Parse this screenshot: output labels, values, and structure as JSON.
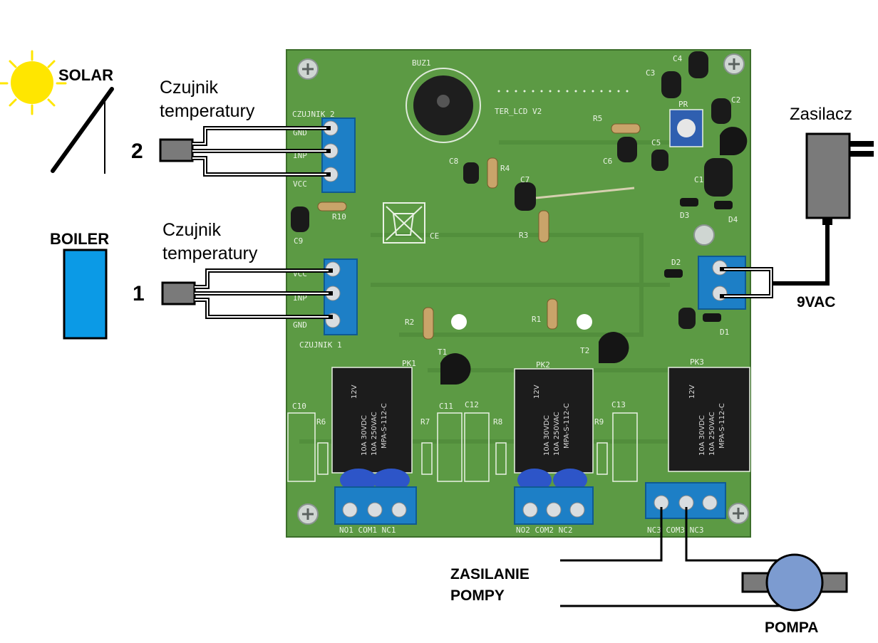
{
  "labels": {
    "solar": "SOLAR",
    "boiler": "BOILER",
    "sensor2_line1": "Czujnik",
    "sensor2_line2": "temperatury",
    "sensor2_num": "2",
    "sensor1_line1": "Czujnik",
    "sensor1_line2": "temperatury",
    "sensor1_num": "1",
    "power_supply": "Zasilacz",
    "voltage": "9VAC",
    "pump_power_line1": "ZASILANIE",
    "pump_power_line2": "POMPY",
    "pump": "POMPA"
  },
  "board": {
    "buzzer": "BUZ1",
    "title": "TER_LCD V2",
    "czujnik2": "CZUJNIK 2",
    "czujnik1": "CZUJNIK 1",
    "gnd": "GND",
    "inp": "INP",
    "vcc": "VCC",
    "ce": "CE",
    "parts": {
      "c1": "C1",
      "c2": "C2",
      "c3": "C3",
      "c4": "C4",
      "c5": "C5",
      "c6": "C6",
      "c7": "C7",
      "c8": "C8",
      "c9": "C9",
      "c10": "C10",
      "c11": "C11",
      "c12": "C12",
      "c13": "C13",
      "r1": "R1",
      "r2": "R2",
      "r3": "R3",
      "r4": "R4",
      "r5": "R5",
      "r6": "R6",
      "r7": "R7",
      "r8": "R8",
      "r9": "R9",
      "r10": "R10",
      "d1": "D1",
      "d2": "D2",
      "d3": "D3",
      "d4": "D4",
      "t1": "T1",
      "t2": "T2",
      "pr": "PR",
      "pk1": "PK1",
      "pk2": "PK2",
      "pk3": "PK3"
    },
    "relay_model": "MPA-S-112-C",
    "relay_rating1": "10A 250VAC",
    "relay_rating2": "10A 30VDC",
    "relay_coil": "12V",
    "out1": "NO1 COM1 NC1",
    "out2": "NO2 COM2 NC2",
    "out3": "NC3 COM3 NC3"
  },
  "colors": {
    "pcb": "#5c9a44",
    "terminal": "#1d7fc6",
    "boiler": "#0b9ae6",
    "sun": "#ffe600",
    "pump": "#7c9bd0",
    "sensor_body": "#7a7a7a"
  }
}
